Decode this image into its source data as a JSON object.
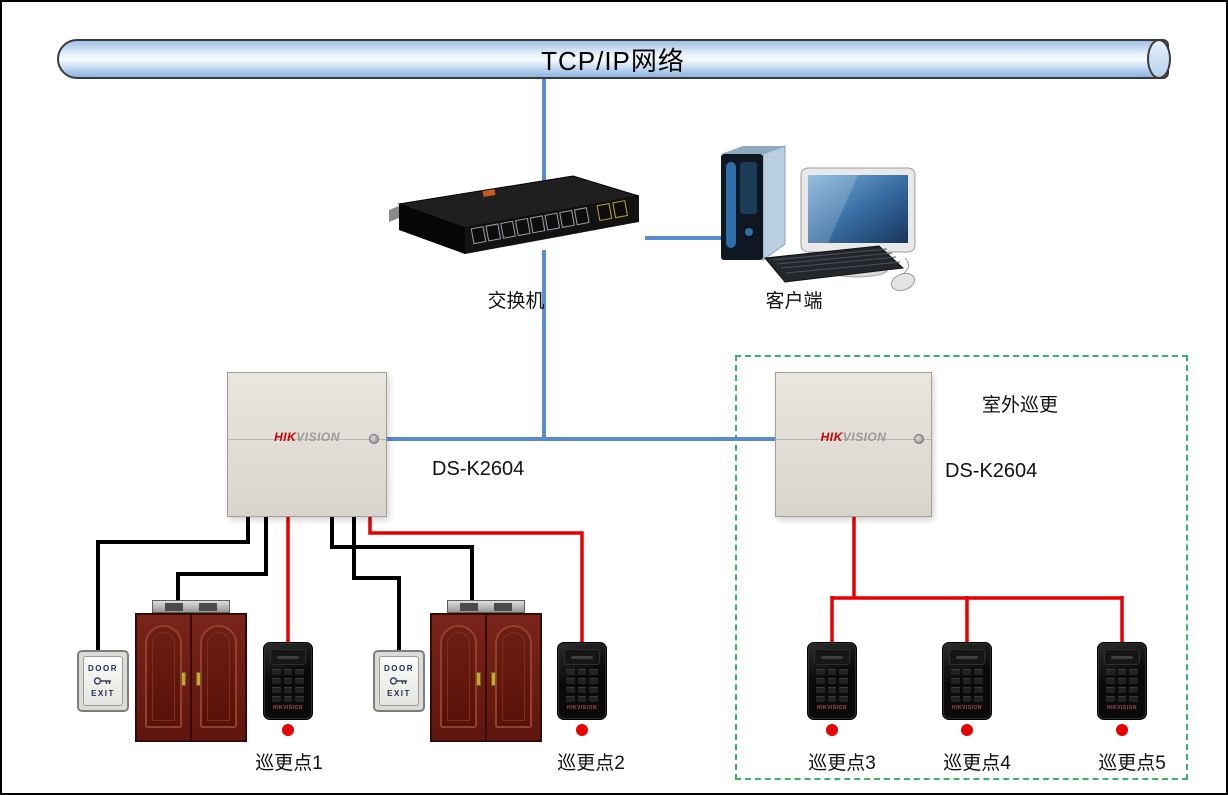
{
  "labels": {
    "network": "TCP/IP网络",
    "switch": "交换机",
    "client": "客户端",
    "controller_left": "DS-K2604",
    "controller_right": "DS-K2604",
    "outdoor_zone": "室外巡更"
  },
  "patrol_points": [
    "巡更点1",
    "巡更点2",
    "巡更点3",
    "巡更点4",
    "巡更点5"
  ],
  "door_exit_button": {
    "door": "DOOR",
    "exit": "EXIT"
  },
  "brand": {
    "hik": "HIK",
    "vision": "VISION",
    "full": "HIKVISION"
  },
  "colors": {
    "connection_blue": "#5b8bd0",
    "wire_black": "#000000",
    "wire_red": "#e80000",
    "zone_green": "#34b46a",
    "patrol_dot_red": "#e60000"
  }
}
